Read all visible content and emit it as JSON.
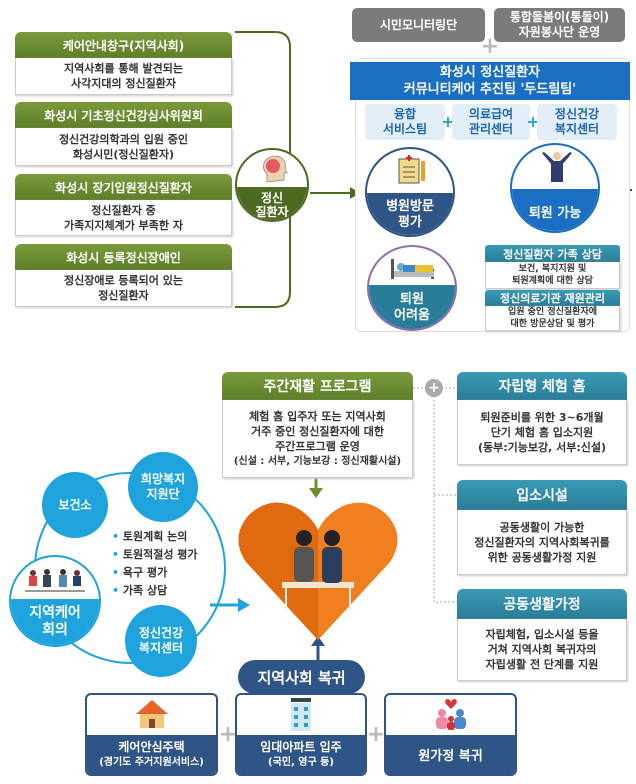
{
  "targets": [
    {
      "title": "케어안내창구(지역사회)",
      "desc": [
        "지역사회를 통해 발견되는",
        "사각지대의 정신질환자"
      ]
    },
    {
      "title": "화성시 기초정신건강심사위원회",
      "desc": [
        "정신건강의학과의 입원 중인",
        "화성시민(정신질환자)"
      ]
    },
    {
      "title": "화성시 장기입원정신질환자",
      "desc": [
        "정신질환자 중",
        "가족지지체계가 부족한 자"
      ]
    },
    {
      "title": "화성시 등록정신장애인",
      "desc": [
        "정신장애로 등록되어 있는",
        "정신질환자"
      ]
    }
  ],
  "patient": {
    "line1": "정신",
    "line2": "질환자"
  },
  "support": {
    "monitor": "시민모니터링단",
    "volunteer": [
      "통합돌봄이(통돌이)",
      "자원봉사단 운영"
    ]
  },
  "team": {
    "title": [
      "화성시 정신질환자",
      "커뮤니티케어 추진팀 '두드림팀'"
    ],
    "members": [
      [
        "융합",
        "서비스팀"
      ],
      [
        "의료급여",
        "관리센터"
      ],
      [
        "정신건강",
        "복지센터"
      ]
    ],
    "plus": "+",
    "visit": [
      "병원방문",
      "평가"
    ],
    "discharge_ok": "퇴원 가능",
    "discharge_hard": [
      "퇴원",
      "어려움"
    ],
    "services": [
      {
        "title": "정신질환자 가족 상담",
        "desc": [
          "보건, 복지지원 및",
          "퇴원계획에 대한 상담"
        ]
      },
      {
        "title": "정신의료기관 재원관리",
        "desc": [
          "입원 중인 정신질환자에",
          "대한 방문상담 및 평가"
        ]
      }
    ]
  },
  "day_program": {
    "title": "주간재활 프로그램",
    "desc": [
      "체험 홈 입주자 또는 지역사회",
      "거주 중인 정신질환자에 대한",
      "주간프로그램 운영",
      "(신설 : 서부, 기능보강 : 정신재활시설)"
    ]
  },
  "housing": [
    {
      "title": "자립형 체험 홈",
      "desc": [
        "퇴원준비를 위한 3~6개월",
        "단기 체험 홈 입소지원",
        "(동부:기능보강, 서부:신설)"
      ]
    },
    {
      "title": "입소시설",
      "desc": [
        "공동생활이 가능한",
        "정신질환자의 지역사회복귀를",
        "위한 공동생활가정 지원"
      ]
    },
    {
      "title": "공동생활가정",
      "desc": [
        "자립체험, 입소시설 등을",
        "거쳐 지역사회 복귀자의",
        "자립생활 전 단계를 지원"
      ]
    }
  ],
  "network": {
    "health_center": "보건소",
    "hope": [
      "희망복지",
      "지원단"
    ],
    "care_meeting": [
      "지역케어",
      "회의"
    ],
    "mental_center": [
      "정신건강",
      "복지센터"
    ],
    "bullets": [
      "토원계획 논의",
      "토원적절성 평가",
      "욕구 평가",
      "가족 상담"
    ]
  },
  "return": {
    "title": "지역사회 복귀",
    "options": [
      {
        "title": "케어안심주택",
        "sub": "(경기도 주거지원서비스)"
      },
      {
        "title": "임대아파트 입주",
        "sub": "(국민, 영구 등)"
      },
      {
        "title": "원가정 복귀",
        "sub": ""
      }
    ]
  },
  "colors": {
    "green": "#5e7f28",
    "blue": "#1a6fc4",
    "navy": "#2f5486",
    "teal": "#2a7d98",
    "orange": "#f07f1f",
    "cyan": "#1ea3dd"
  }
}
